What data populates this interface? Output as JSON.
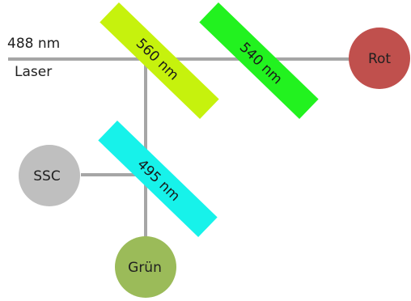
{
  "laser": {
    "wavelength": "488 nm",
    "label": "Laser"
  },
  "filters": {
    "f560": {
      "label": "560 nm",
      "color": "#c6f20d"
    },
    "f540": {
      "label": "540 nm",
      "color": "#22f21f"
    },
    "f495": {
      "label": "495 nm",
      "color": "#17f2ea"
    }
  },
  "detectors": {
    "rot": {
      "label": "Rot",
      "color": "#c0504d"
    },
    "ssc": {
      "label": "SSC",
      "color": "#bfbfbf"
    },
    "gruen": {
      "label": "Grün",
      "color": "#9bbb59"
    }
  },
  "colors": {
    "beam": "#a6a6a6"
  }
}
